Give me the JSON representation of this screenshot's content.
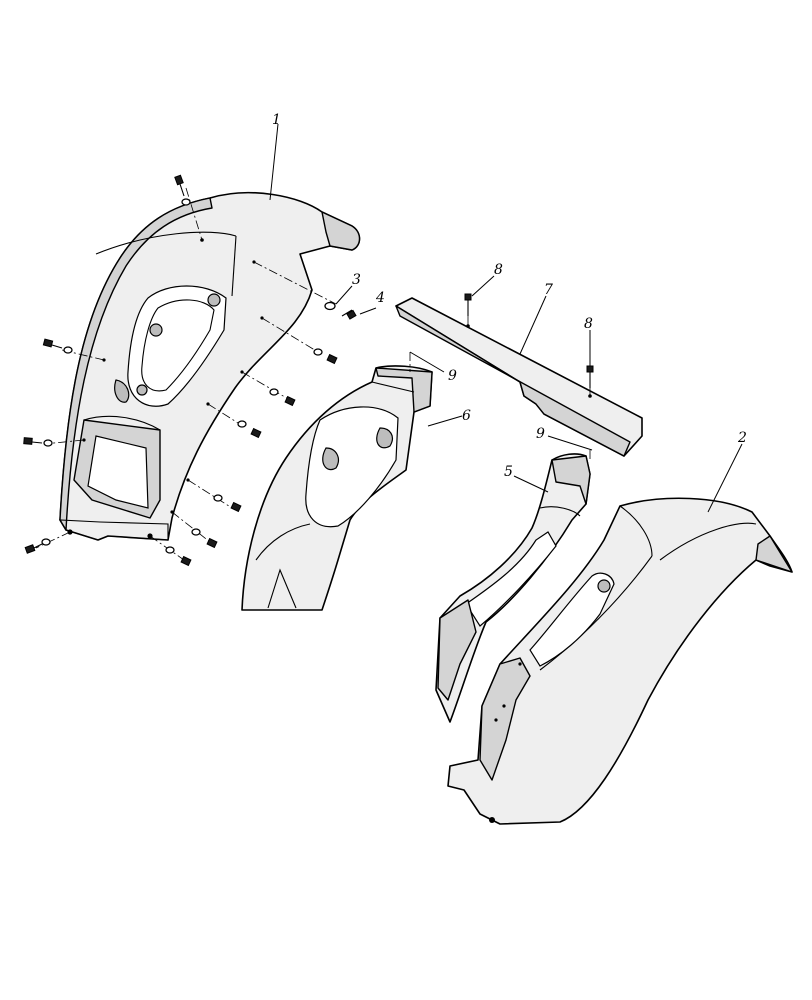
{
  "callouts": {
    "c1": "1",
    "c2": "2",
    "c3": "3",
    "c4": "4",
    "c5": "5",
    "c6": "6",
    "c7": "7",
    "c8a": "8",
    "c8b": "8",
    "c9a": "9",
    "c9b": "9"
  }
}
